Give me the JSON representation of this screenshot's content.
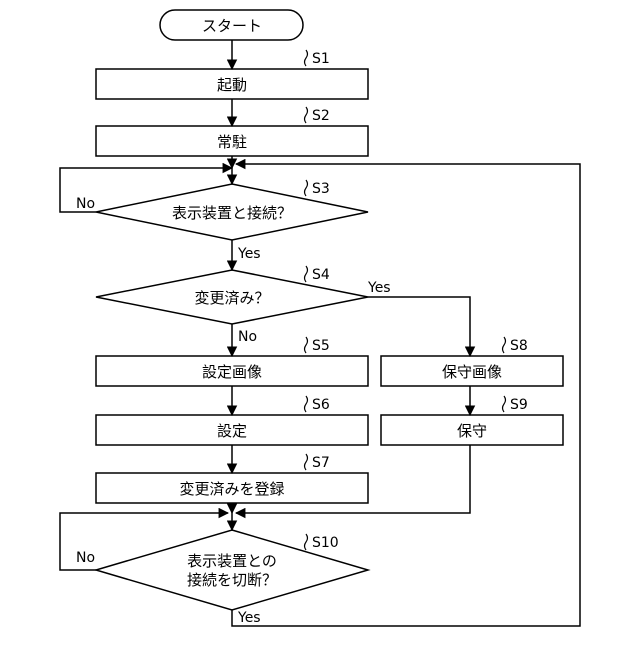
{
  "flowchart": {
    "start": {
      "label": "スタート"
    },
    "steps": {
      "s1": {
        "id": "S1",
        "label": "起動"
      },
      "s2": {
        "id": "S2",
        "label": "常駐"
      },
      "s3": {
        "id": "S3",
        "label": "表示装置と接続？"
      },
      "s4": {
        "id": "S4",
        "label": "変更済み？"
      },
      "s5": {
        "id": "S5",
        "label": "設定画像"
      },
      "s6": {
        "id": "S6",
        "label": "設定"
      },
      "s7": {
        "id": "S7",
        "label": "変更済みを登録"
      },
      "s8": {
        "id": "S8",
        "label": "保守画像"
      },
      "s9": {
        "id": "S9",
        "label": "保守"
      },
      "s10": {
        "id": "S10",
        "label_line1": "表示装置との",
        "label_line2": "接続を切断？"
      }
    },
    "edges": {
      "s3_no": "No",
      "s3_yes": "Yes",
      "s4_yes": "Yes",
      "s4_no": "No",
      "s10_no": "No",
      "s10_yes": "Yes"
    }
  }
}
